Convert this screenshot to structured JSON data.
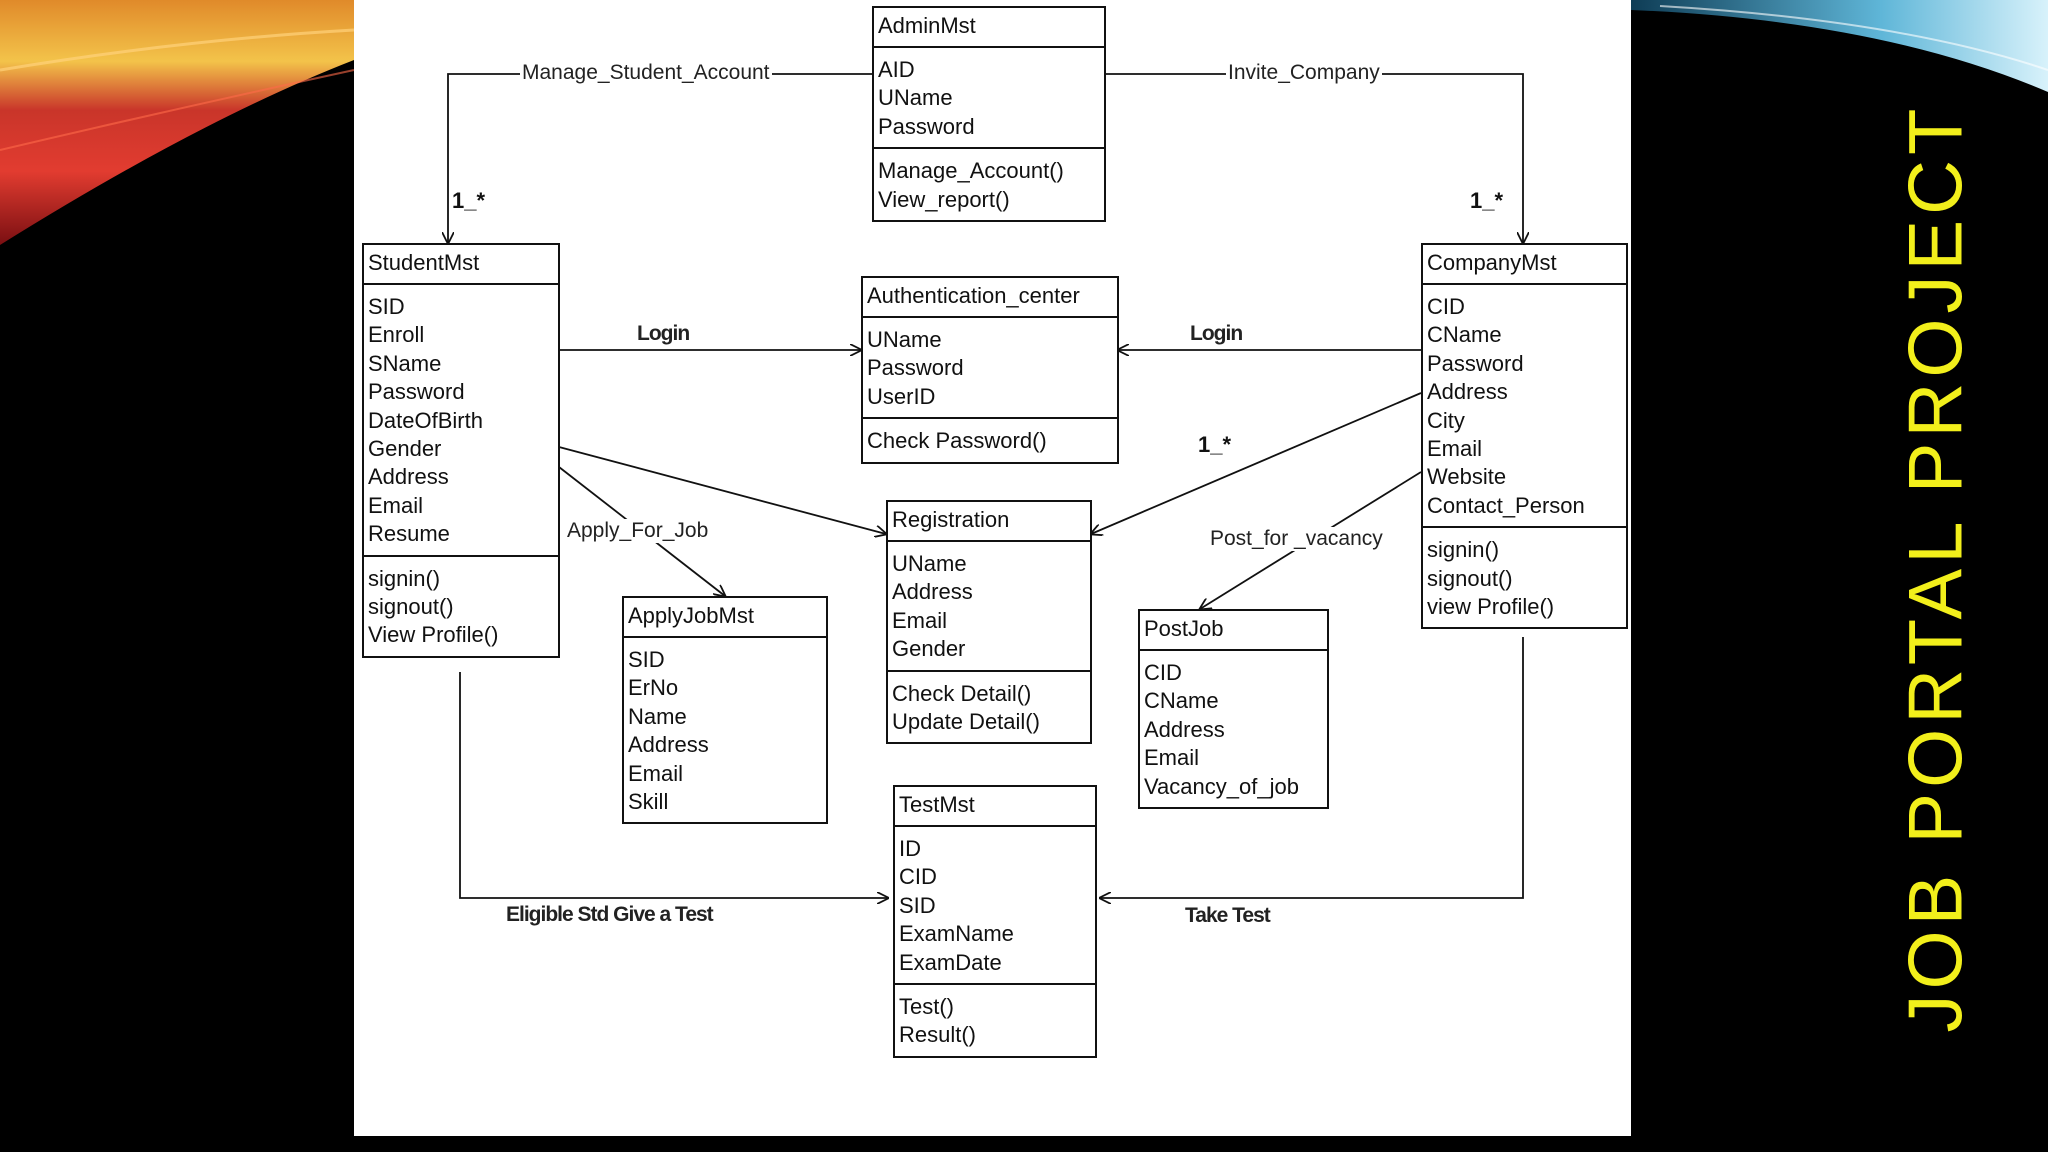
{
  "slide": {
    "title": "JOB PORTAL PROJECT",
    "title_color": "#f2ef1b",
    "background": "#000000"
  },
  "classes": {
    "admin": {
      "name": "AdminMst",
      "attributes": [
        "AID",
        "UName",
        "Password"
      ],
      "methods": [
        "Manage_Account()",
        "View_report()"
      ]
    },
    "student": {
      "name": "StudentMst",
      "attributes": [
        "SID",
        "Enroll",
        "SName",
        "Password",
        "DateOfBirth",
        "Gender",
        "Address",
        "Email",
        "Resume"
      ],
      "methods": [
        "signin()",
        "signout()",
        "View Profile()"
      ]
    },
    "auth": {
      "name": "Authentication_center",
      "attributes": [
        "UName",
        "Password",
        "UserID"
      ],
      "methods": [
        "Check Password()"
      ]
    },
    "company": {
      "name": "CompanyMst",
      "attributes": [
        "CID",
        "CName",
        "Password",
        "Address",
        "City",
        "Email",
        "Website",
        "Contact_Person"
      ],
      "methods": [
        "signin()",
        "signout()",
        "view Profile()"
      ]
    },
    "registration": {
      "name": "Registration",
      "attributes": [
        "UName",
        "Address",
        "Email",
        "Gender"
      ],
      "methods": [
        "Check Detail()",
        "Update Detail()"
      ]
    },
    "applyjob": {
      "name": "ApplyJobMst",
      "attributes": [
        "SID",
        "ErNo",
        "Name",
        "Address",
        "Email",
        "Skill"
      ],
      "methods": []
    },
    "postjob": {
      "name": "PostJob",
      "attributes": [
        "CID",
        "CName",
        "Address",
        "Email",
        "Vacancy_of_job"
      ],
      "methods": []
    },
    "test": {
      "name": "TestMst",
      "attributes": [
        "ID",
        "CID",
        "SID",
        "ExamName",
        "ExamDate"
      ],
      "methods": [
        "Test()",
        "Result()"
      ]
    }
  },
  "relations": {
    "manage_student": "Manage_Student_Account",
    "invite_company": "Invite_Company",
    "student_login": "Login",
    "company_login": "Login",
    "apply_for_job": "Apply_For_Job",
    "post_vacancy": "Post_for _vacancy",
    "eligible_test": "Eligible Std Give a Test",
    "take_test": "Take Test"
  },
  "multiplicity": {
    "student": "1_*",
    "company": "1_*",
    "registration": "1_*"
  }
}
